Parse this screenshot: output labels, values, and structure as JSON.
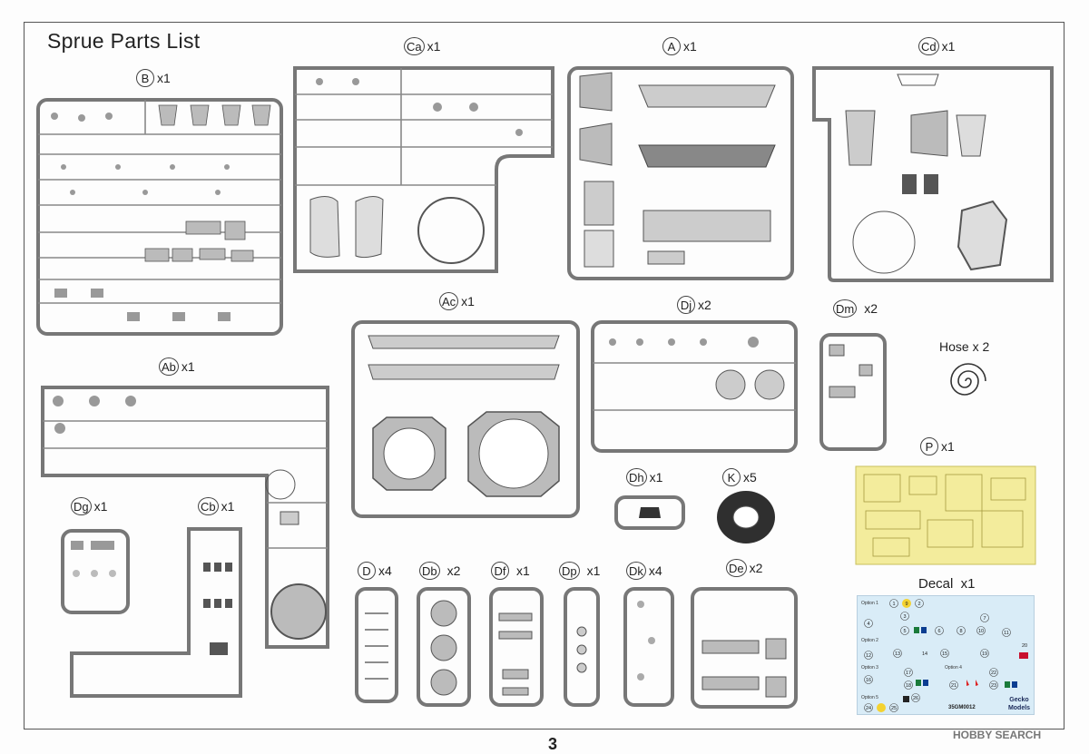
{
  "page": {
    "title": "Sprue Parts List",
    "page_number": "3",
    "watermark": "HOBBY SEARCH"
  },
  "sprues": [
    {
      "code": "B",
      "qty": "x1"
    },
    {
      "code": "Ca",
      "qty": "x1"
    },
    {
      "code": "A",
      "qty": "x1"
    },
    {
      "code": "Cd",
      "qty": "x1"
    },
    {
      "code": "Ab",
      "qty": "x1"
    },
    {
      "code": "Ac",
      "qty": "x1"
    },
    {
      "code": "Dj",
      "qty": "x2"
    },
    {
      "code": "Dm",
      "qty": "x2"
    },
    {
      "code": "Dg",
      "qty": "x1"
    },
    {
      "code": "Cb",
      "qty": "x1"
    },
    {
      "code": "Dh",
      "qty": "x1"
    },
    {
      "code": "K",
      "qty": "x5"
    },
    {
      "code": "P",
      "qty": "x1"
    },
    {
      "code": "D",
      "qty": "x4"
    },
    {
      "code": "Db",
      "qty": "x2"
    },
    {
      "code": "Df",
      "qty": "x1"
    },
    {
      "code": "Dp",
      "qty": "x1"
    },
    {
      "code": "Dk",
      "qty": "x4"
    },
    {
      "code": "De",
      "qty": "x2"
    }
  ],
  "hose": {
    "label": "Hose x 2"
  },
  "decal": {
    "label": "Decal  x1",
    "options": [
      "Option 1",
      "Option 2",
      "Option 3",
      "Option 4",
      "Option 5"
    ],
    "numbers": [
      "1",
      "2",
      "3",
      "4",
      "5",
      "6",
      "7",
      "8",
      "9",
      "10",
      "11",
      "12",
      "13",
      "14",
      "15",
      "16",
      "17",
      "18",
      "19",
      "20",
      "21",
      "22",
      "23",
      "24",
      "25",
      "26"
    ],
    "product_code": "35GM0012",
    "brand_line1": "Gecko",
    "brand_line2": "Models"
  }
}
